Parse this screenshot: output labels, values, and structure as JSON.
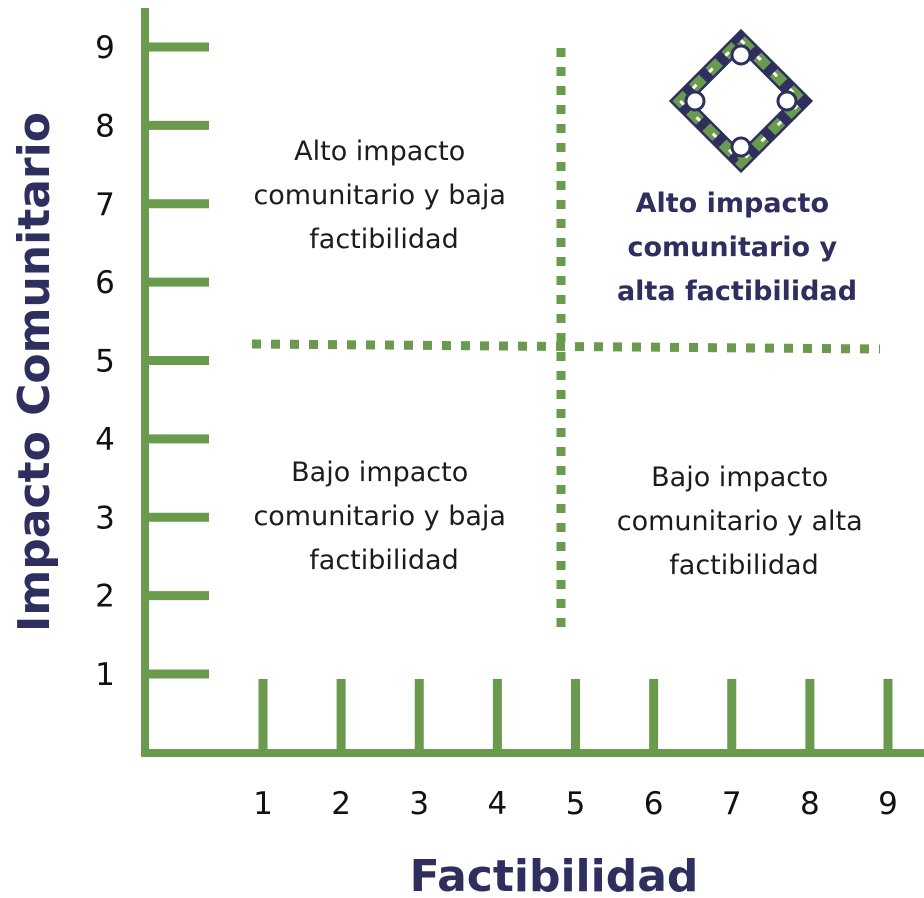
{
  "colors": {
    "axis": "#6a9a4d",
    "title": "#2e2f5e",
    "text": "#1c1c1c"
  },
  "icon": "joined-hands-circle-icon",
  "chart_data": {
    "type": "quadrant",
    "xlabel": "Factibilidad",
    "ylabel": "Impacto Comunitario",
    "x_ticks": [
      "1",
      "2",
      "3",
      "4",
      "5",
      "6",
      "7",
      "8",
      "9"
    ],
    "y_ticks": [
      "1",
      "2",
      "3",
      "4",
      "5",
      "6",
      "7",
      "8",
      "9"
    ],
    "quadrants": {
      "top_left": [
        "Alto impacto",
        "comunitario y baja",
        "factibilidad"
      ],
      "top_right": [
        "Alto impacto",
        "comunitario y",
        "alta factibilidad"
      ],
      "bottom_left": [
        "Bajo impacto",
        "comunitario y baja",
        "factibilidad"
      ],
      "bottom_right": [
        "Bajo impacto",
        "comunitario y alta",
        "factibilidad"
      ]
    }
  }
}
